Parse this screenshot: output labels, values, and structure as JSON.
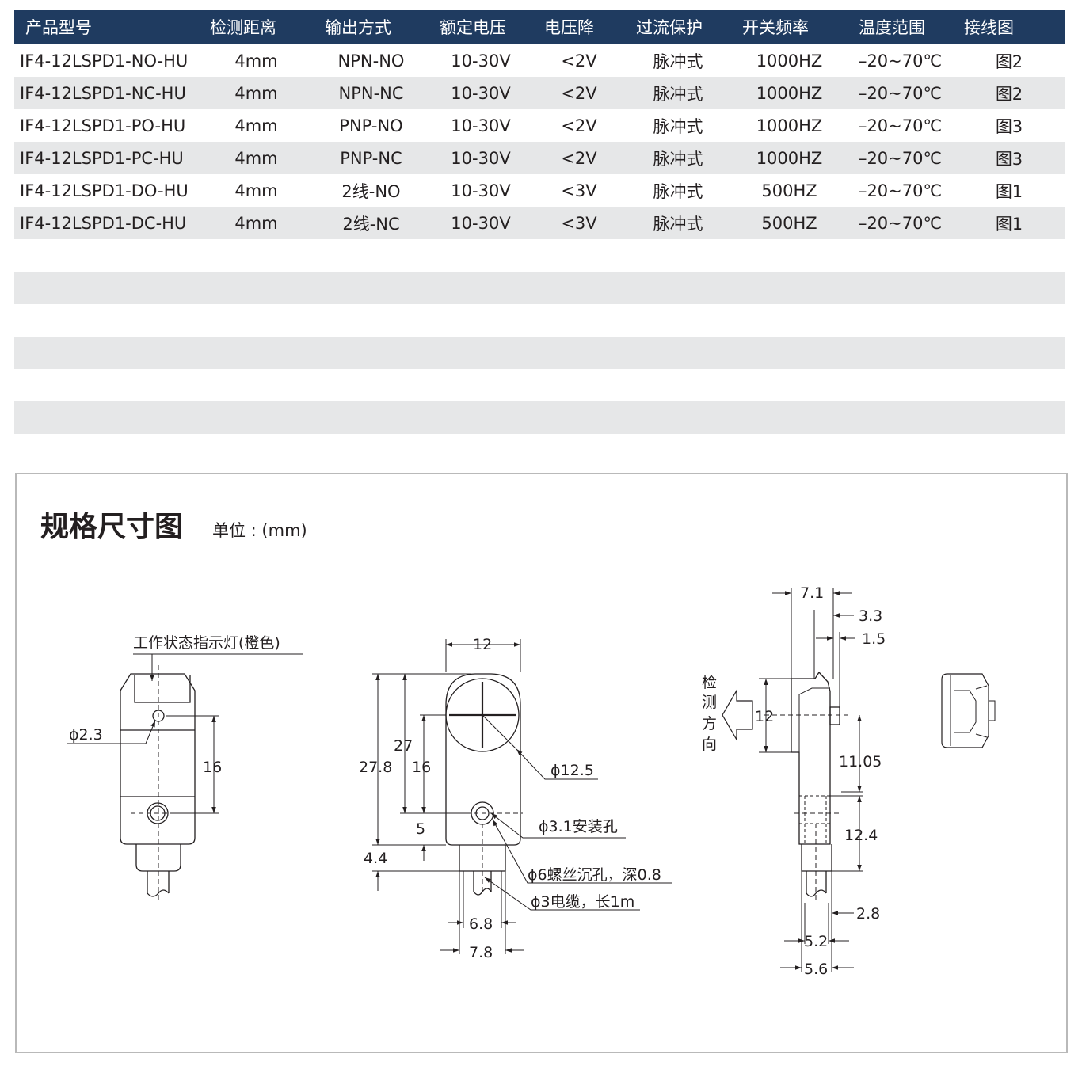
{
  "table": {
    "headers": [
      "产品型号",
      "检测距离",
      "输出方式",
      "额定电压",
      "电压降",
      "过流保护",
      "开关频率",
      "温度范围",
      "接线图"
    ],
    "rows": [
      [
        "IF4-12LSPD1-NO-HU",
        "4mm",
        "NPN-NO",
        "10-30V",
        "<2V",
        "脉冲式",
        "1000HZ",
        "–20~70℃",
        "图2"
      ],
      [
        "IF4-12LSPD1-NC-HU",
        "4mm",
        "NPN-NC",
        "10-30V",
        "<2V",
        "脉冲式",
        "1000HZ",
        "–20~70℃",
        "图2"
      ],
      [
        "IF4-12LSPD1-PO-HU",
        "4mm",
        "PNP-NO",
        "10-30V",
        "<2V",
        "脉冲式",
        "1000HZ",
        "–20~70℃",
        "图3"
      ],
      [
        "IF4-12LSPD1-PC-HU",
        "4mm",
        "PNP-NC",
        "10-30V",
        "<2V",
        "脉冲式",
        "1000HZ",
        "–20~70℃",
        "图3"
      ],
      [
        "IF4-12LSPD1-DO-HU",
        "4mm",
        "2线-NO",
        "10-30V",
        "<3V",
        "脉冲式",
        "500HZ",
        "–20~70℃",
        "图1"
      ],
      [
        "IF4-12LSPD1-DC-HU",
        "4mm",
        "2线-NC",
        "10-30V",
        "<3V",
        "脉冲式",
        "500HZ",
        "–20~70℃",
        "图1"
      ]
    ]
  },
  "dimensions": {
    "title": "规格尺寸图",
    "unit": "单位 : (mm)",
    "view1": {
      "indicator_label": "工作状态指示灯(橙色)",
      "hole_dia": "ϕ2.3",
      "height": "16"
    },
    "view2": {
      "width": "12",
      "total_height": "27.8",
      "height_27": "27",
      "height_16": "16",
      "height_5": "5",
      "offset": "4.4",
      "face_dia": "ϕ12.5",
      "mount_hole": "ϕ3.1安装孔",
      "counterbore": "ϕ6螺丝沉孔，深0.8",
      "cable": "ϕ3电缆，长1m",
      "neck_inner": "6.8",
      "neck_outer": "7.8"
    },
    "view3": {
      "depth": "7.1",
      "d33": "3.3",
      "d15": "1.5",
      "direction_chars": [
        "检",
        "测",
        "方",
        "向"
      ],
      "face_height": "12",
      "d1105": "11.05",
      "d124": "12.4",
      "d28": "2.8",
      "d52": "5.2",
      "d56": "5.6"
    }
  }
}
